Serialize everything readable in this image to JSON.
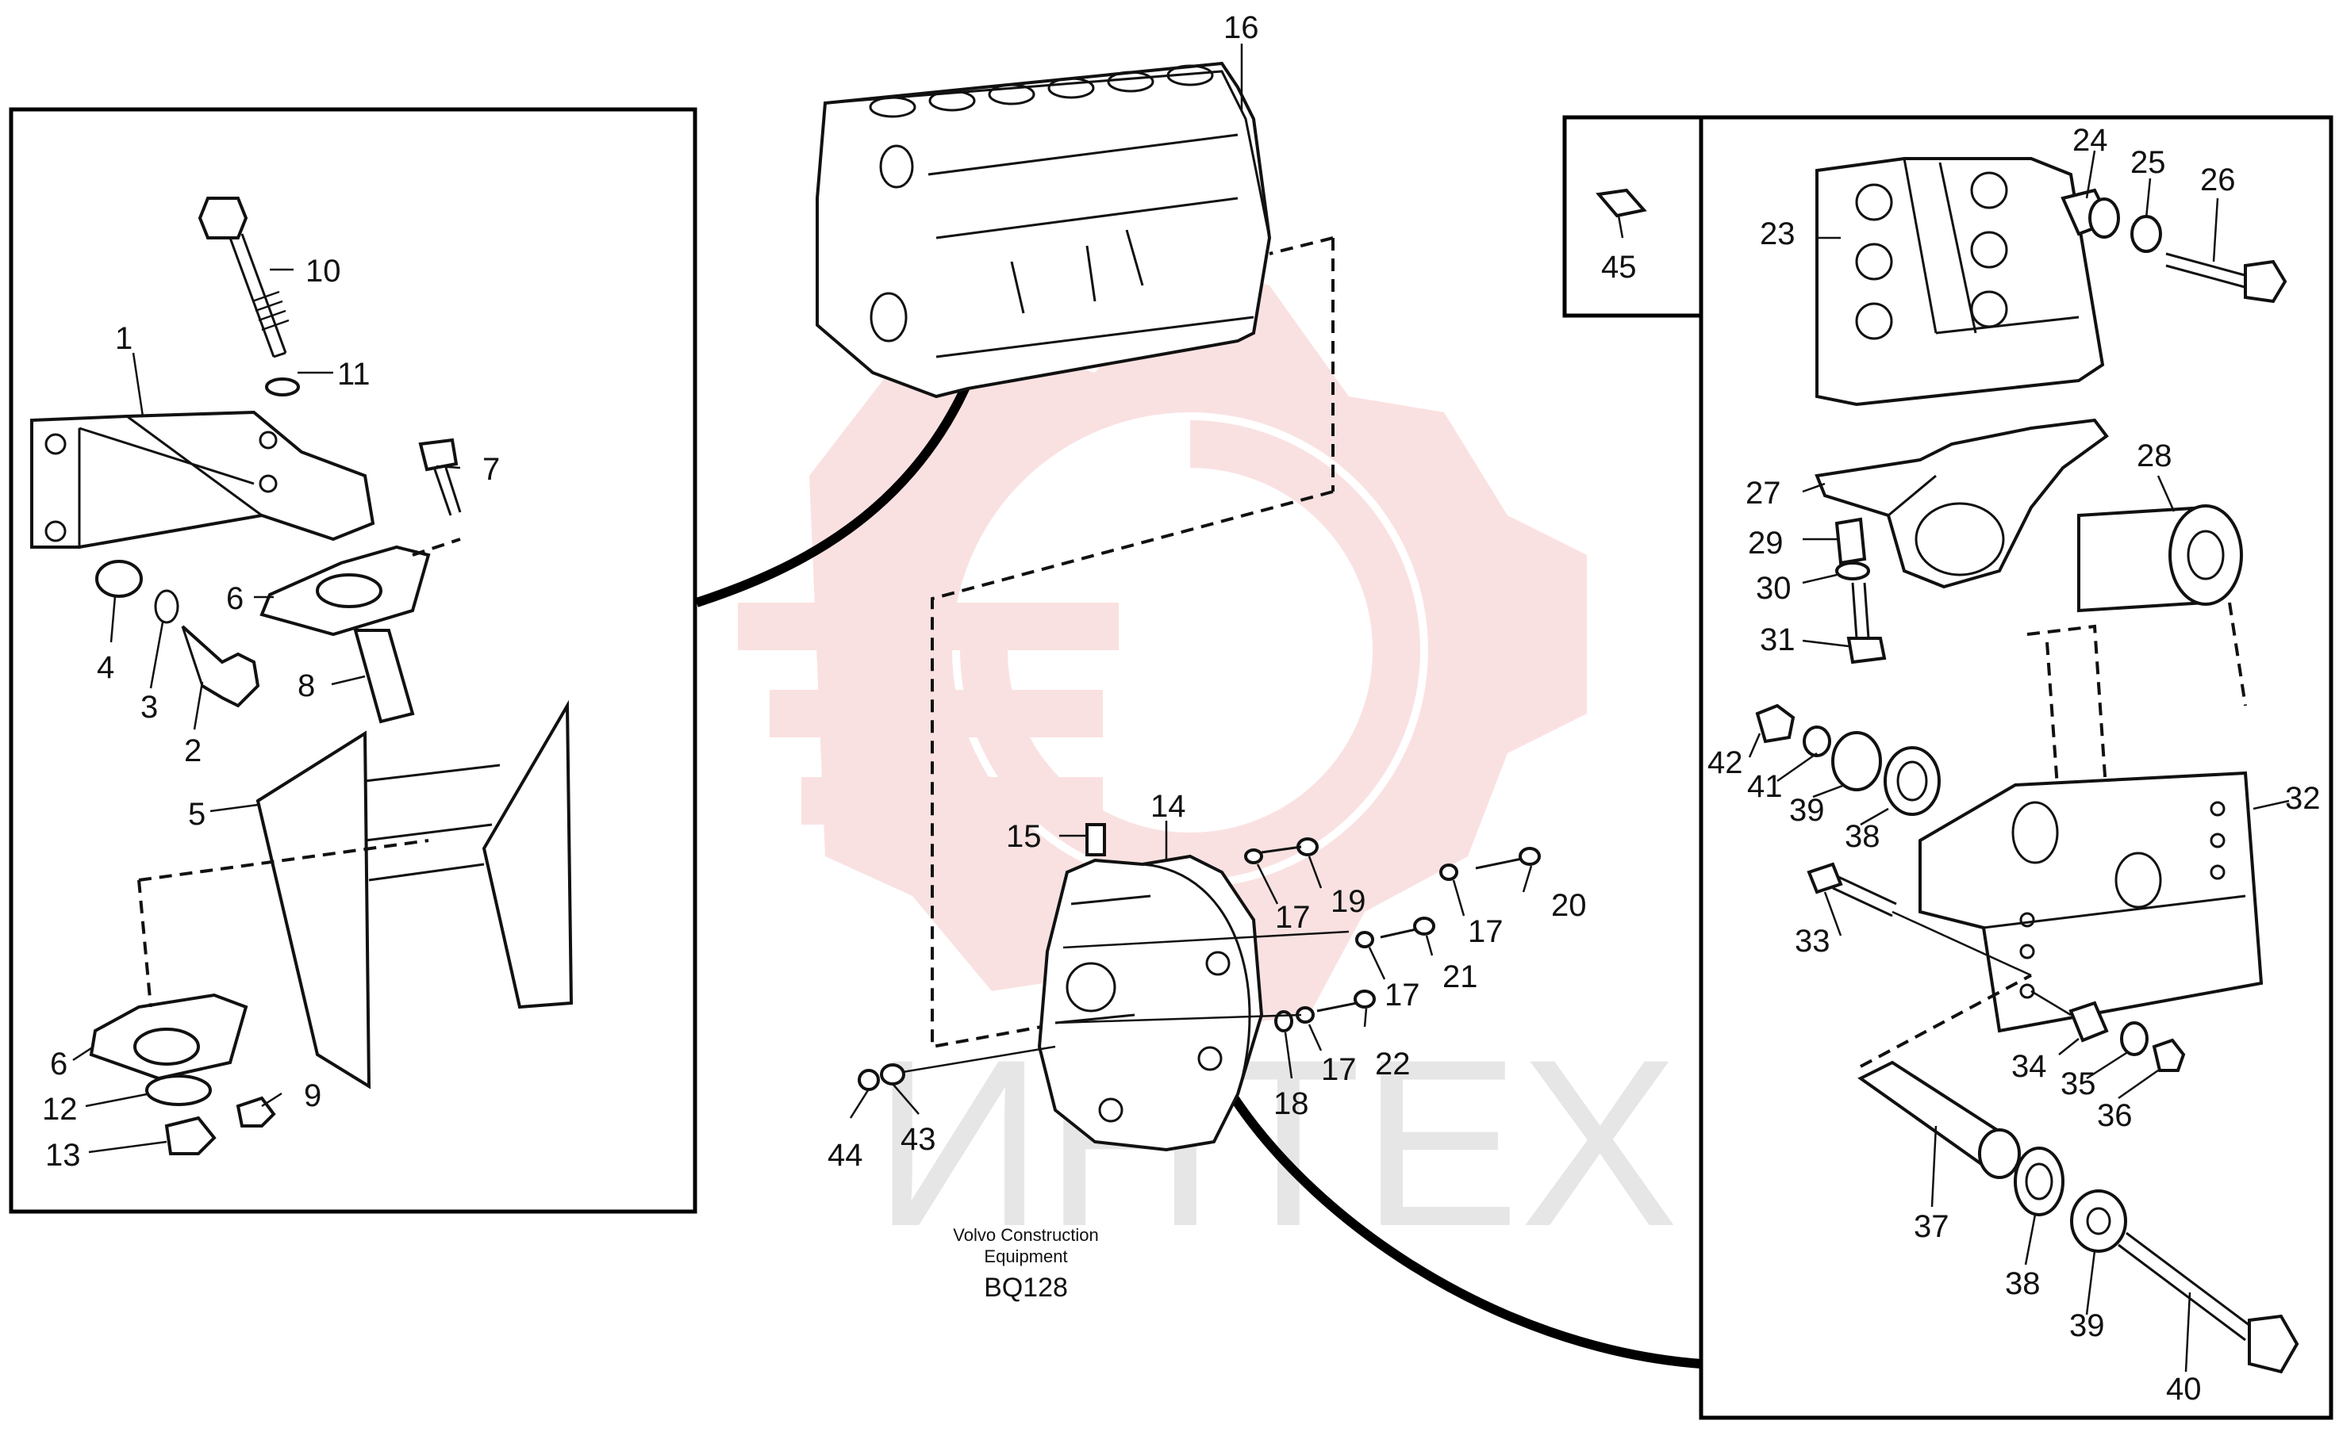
{
  "caption": {
    "line1": "Volvo Construction",
    "line2": "Equipment",
    "code": "BQ128"
  },
  "watermark": {
    "text": "ИНТЕХ",
    "color": "#f4b6b6"
  },
  "labels": {
    "p1": "1",
    "p2": "2",
    "p3": "3",
    "p4": "4",
    "p5": "5",
    "p6a": "6",
    "p6b": "6",
    "p7": "7",
    "p8": "8",
    "p9": "9",
    "p10": "10",
    "p11": "11",
    "p12": "12",
    "p13": "13",
    "p14": "14",
    "p15": "15",
    "p16": "16",
    "p17a": "17",
    "p17b": "17",
    "p17c": "17",
    "p17d": "17",
    "p18": "18",
    "p19": "19",
    "p20": "20",
    "p21": "21",
    "p22": "22",
    "p23": "23",
    "p24": "24",
    "p25": "25",
    "p26": "26",
    "p27": "27",
    "p28": "28",
    "p29": "29",
    "p30": "30",
    "p31": "31",
    "p32": "32",
    "p33": "33",
    "p34": "34",
    "p35": "35",
    "p36": "36",
    "p37": "37",
    "p38a": "38",
    "p38b": "38",
    "p39a": "39",
    "p39b": "39",
    "p40": "40",
    "p41": "41",
    "p42": "42",
    "p43": "43",
    "p44": "44",
    "p45": "45"
  }
}
